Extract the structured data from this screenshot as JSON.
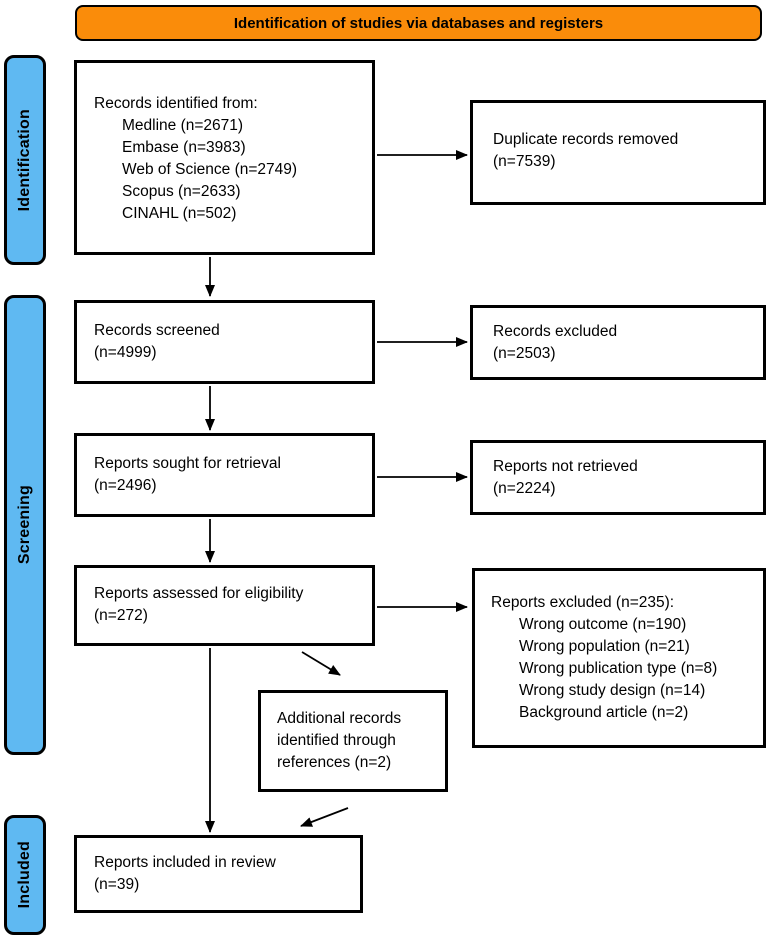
{
  "header": {
    "title": "Identification of studies via databases and registers"
  },
  "stages": [
    {
      "label": "Identification"
    },
    {
      "label": "Screening"
    },
    {
      "label": "Included"
    }
  ],
  "boxes": {
    "records_identified": {
      "title": "Records identified from:",
      "items": [
        "Medline (n=2671)",
        "Embase (n=3983)",
        "Web of Science (n=2749)",
        "Scopus (n=2633)",
        "CINAHL (n=502)"
      ]
    },
    "duplicates_removed": {
      "line1": "Duplicate records removed",
      "line2": "(n=7539)"
    },
    "records_screened": {
      "line1": "Records screened",
      "line2": "(n=4999)"
    },
    "records_excluded": {
      "line1": "Records excluded",
      "line2": "(n=2503)"
    },
    "reports_sought": {
      "line1": "Reports sought for retrieval",
      "line2": "(n=2496)"
    },
    "reports_not_retrieved": {
      "line1": "Reports not retrieved",
      "line2": "(n=2224)"
    },
    "reports_assessed": {
      "line1": "Reports assessed for eligibility",
      "line2": "(n=272)"
    },
    "reports_excluded": {
      "title": "Reports excluded (n=235):",
      "items": [
        "Wrong outcome (n=190)",
        "Wrong population (n=21)",
        "Wrong publication type (n=8)",
        "Wrong study design (n=14)",
        "Background article (n=2)"
      ]
    },
    "additional_records": {
      "line1": "Additional records",
      "line2": "identified through",
      "line3": "references (n=2)"
    },
    "reports_included": {
      "line1": "Reports included in review",
      "line2": "(n=39)"
    }
  },
  "colors": {
    "header_bg": "#FA8C0A",
    "stage_bg": "#5FB9F2",
    "box_border": "#000000"
  }
}
